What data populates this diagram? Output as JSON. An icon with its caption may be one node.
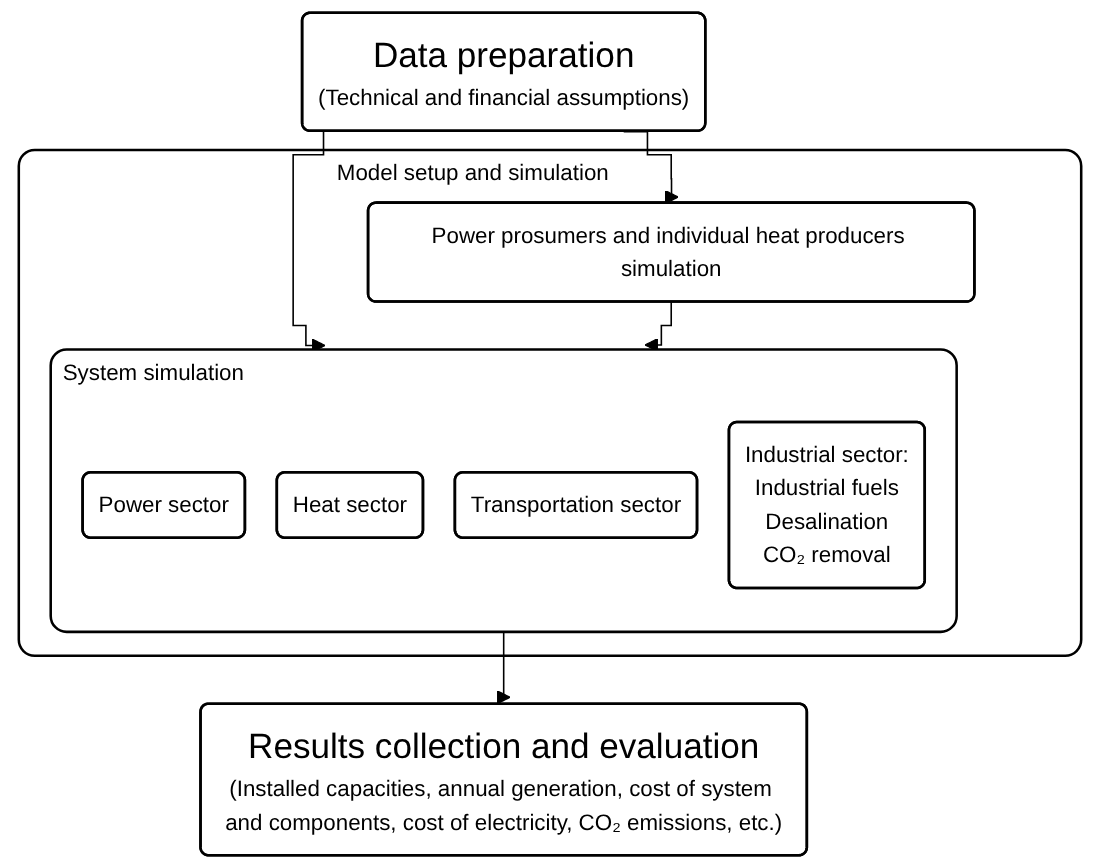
{
  "diagram": {
    "nodes": [
      {
        "text": [
          "Data preparation",
          "(Technical and financial assumptions)"
        ]
      },
      {
        "text": [
          "Model setup and simulation"
        ]
      },
      {
        "text": [
          "Power prosumers and individual heat producers simulation"
        ],
        "in": 1
      },
      {
        "text": [
          "System simulation"
        ],
        "in": 1
      },
      {
        "text": [
          "Power sector"
        ],
        "in": 3
      },
      {
        "text": [
          "Heat sector"
        ],
        "in": 3
      },
      {
        "text": [
          "Transportation sector"
        ],
        "in": 3
      },
      {
        "text": [
          "Industrial sector:",
          "Industrial fuels",
          "Desalination",
          "CO₂ removal"
        ],
        "in": 3
      },
      {
        "text": [
          "Results collection and evaluation",
          "(Installed capacities, annual generation, cost of system and components, cost of electricity, CO₂ emissions, etc.)"
        ]
      }
    ],
    "edges": [
      {
        "from": 0,
        "to": 2,
        "arrow": "to"
      },
      {
        "from": 0,
        "to": 3,
        "arrow": "to"
      },
      {
        "from": 2,
        "to": 3,
        "arrow": "to"
      },
      {
        "from": 3,
        "to": 8,
        "arrow": "to"
      }
    ]
  }
}
